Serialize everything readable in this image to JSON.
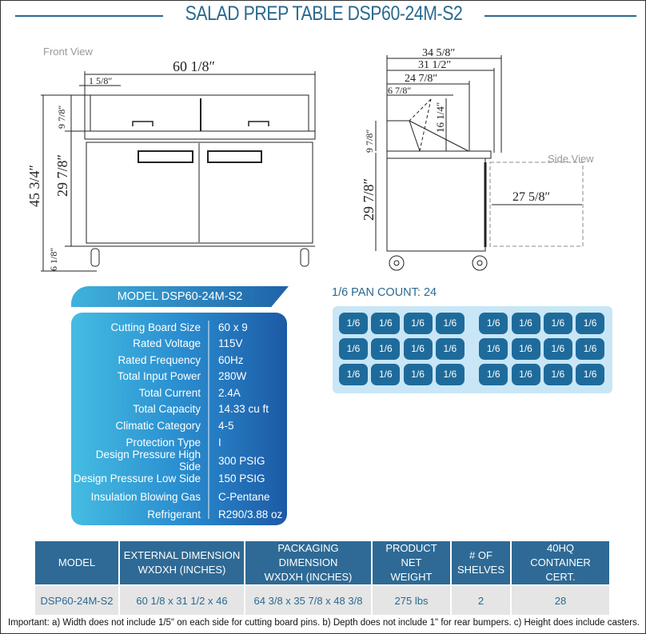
{
  "title": "SALAD PREP TABLE DSP60-24M-S2",
  "front_view": {
    "label": "Front View",
    "width": "60 1/8″",
    "offset": "1 5/8″",
    "total_height": "45 3/4″",
    "top_height": "9 7/8″",
    "body_height": "29 7/8″",
    "caster_height": "6 1/8″"
  },
  "side_view": {
    "label": "Side View",
    "d1": "34 5/8″",
    "d2": "31 1/2″",
    "d3": "24 7/8″",
    "d4": "6 7/8″",
    "lid_height": "16 1/4″",
    "top_height": "9 7/8″",
    "body_height": "29 7/8″",
    "door_swing": "27 5/8″"
  },
  "specs": {
    "header": "MODEL DSP60-24M-S2",
    "rows": [
      {
        "label": "Cutting Board Size",
        "value": "60 x 9"
      },
      {
        "label": "Rated  Voltage",
        "value": "115V"
      },
      {
        "label": "Rated  Frequency",
        "value": "60Hz"
      },
      {
        "label": "Total Input Power",
        "value": "280W"
      },
      {
        "label": "Total Current",
        "value": "2.4A"
      },
      {
        "label": "Total Capacity",
        "value": "14.33 cu ft"
      },
      {
        "label": "Climatic Category",
        "value": "4-5"
      },
      {
        "label": "Protection Type",
        "value": "I"
      },
      {
        "label": "Design Pressure High Side",
        "value": "300 PSIG"
      },
      {
        "label": "Design Pressure Low Side",
        "value": "150 PSIG"
      },
      {
        "label": "Insulation Blowing Gas",
        "value": "C-Pentane"
      },
      {
        "label": "Refrigerant",
        "value": "R290/3.88 oz"
      }
    ]
  },
  "pans": {
    "title": "1/6 PAN COUNT: 24",
    "pan_label": "1/6",
    "count": 24
  },
  "table": {
    "headers": [
      "MODEL",
      "EXTERNAL DIMENSION\nWXDXH (INCHES)",
      "PACKAGING DIMENSION\nWXDXH (INCHES)",
      "PRODUCT NET\nWEIGHT",
      "# OF\nSHELVES",
      "40HQ\nCONTAINER CERT."
    ],
    "row": [
      "DSP60-24M-S2",
      "60 1/8 x 31 1/2 x 46",
      "64 3/8 x 35 7/8 x 48 3/8",
      "275 lbs",
      "2",
      "28"
    ]
  },
  "note": "Important: a) Width does not include 1/5\" on each side for cutting board pins.  b) Depth does not include 1\" for rear bumpers. c) Height does include casters.",
  "colors": {
    "brand": "#2a6a90",
    "pan": "#1e6b9b",
    "pan_bg": "#c8e6f6"
  }
}
